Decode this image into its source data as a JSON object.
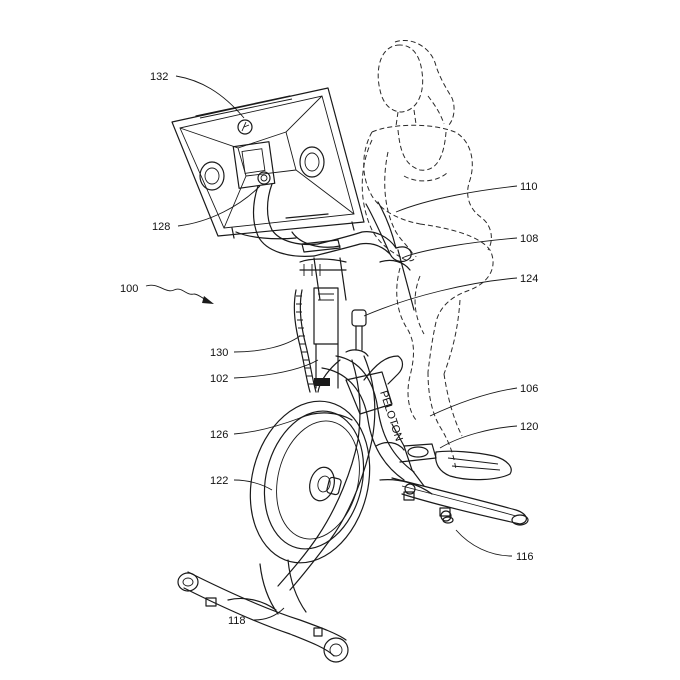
{
  "figure": {
    "labels": {
      "l100": "100",
      "l102": "102",
      "l106": "106",
      "l108": "108",
      "l110": "110",
      "l116": "116",
      "l118": "118",
      "l120": "120",
      "l122": "122",
      "l124": "124",
      "l126": "126",
      "l128": "128",
      "l130": "130",
      "l132": "132"
    },
    "frame_text": "PELOTON",
    "colors": {
      "ink": "#1a1a1a",
      "paper": "#ffffff"
    }
  }
}
